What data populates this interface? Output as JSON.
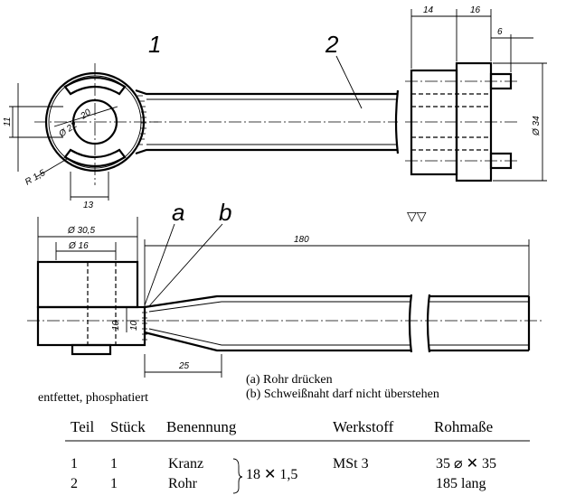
{
  "part_labels": {
    "kranz": "1",
    "rohr": "2",
    "a": "a",
    "b": "b"
  },
  "dimensions": {
    "d14": "14",
    "d16": "16",
    "d6": "6",
    "phi34": "Ø 34",
    "d11": "11",
    "phi22": "Ø 22",
    "d20": "20",
    "r15": "R 1,5",
    "d13": "13",
    "phi305": "Ø 30,5",
    "phi16": "Ø 16",
    "d180": "180",
    "d10_a": "10",
    "d10_b": "10",
    "d25": "25"
  },
  "surface_symbol": "▽▽",
  "notes": {
    "treatment": "entfettet, phosphatiert",
    "a": "(a)  Rohr drücken",
    "b": "(b)  Schweißnaht darf nicht überstehen"
  },
  "parts_table": {
    "headers": [
      "Teil",
      "Stück",
      "Benennung",
      "Werkstoff",
      "Rohmaße"
    ],
    "rows": [
      {
        "teil": "1",
        "stueck": "1",
        "benennung": "Kranz",
        "werkstoff": "MSt 3",
        "rohmasse": "35 ⌀ ✕ 35"
      },
      {
        "teil": "2",
        "stueck": "1",
        "benennung": "Rohr",
        "werkstoff": "",
        "rohmasse": "185 lang"
      }
    ],
    "shared_benennung": "18 ✕ 1,5"
  },
  "colors": {
    "ink": "#000000",
    "paper": "#ffffff"
  }
}
